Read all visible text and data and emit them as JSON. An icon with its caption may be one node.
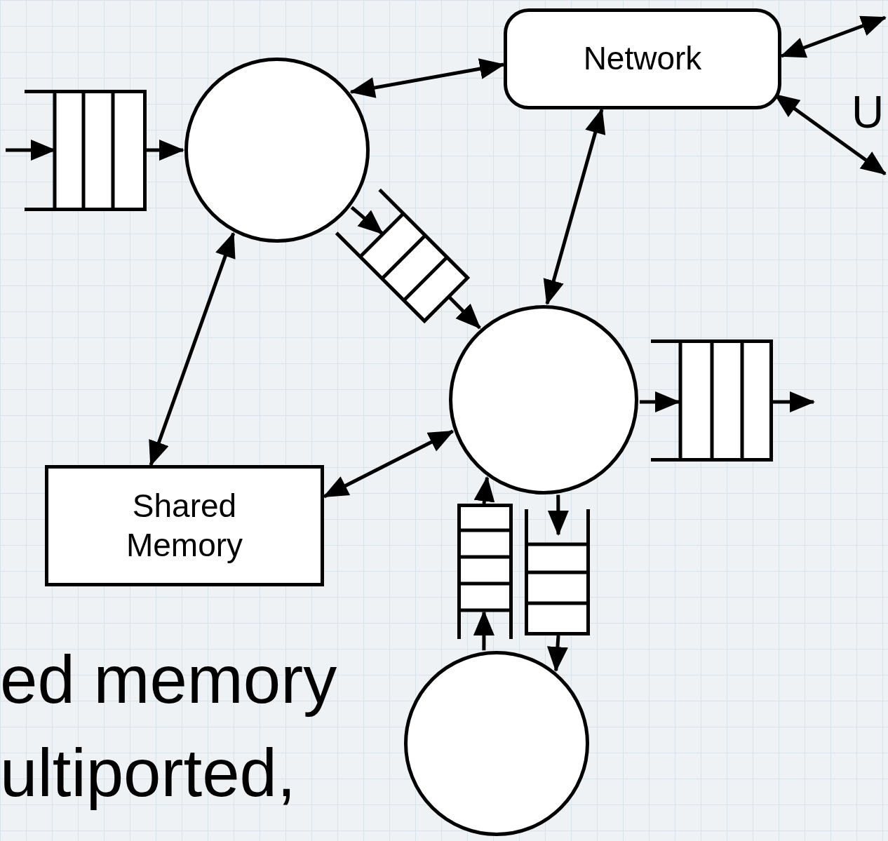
{
  "diagram": {
    "nodes": [
      {
        "text": [
          "Network"
        ]
      },
      {
        "text": [],
        "shape": "queue"
      },
      {
        "text": [],
        "shape": "circle"
      },
      {
        "text": [],
        "shape": "queue"
      },
      {
        "text": [],
        "shape": "circle"
      },
      {
        "text": [],
        "shape": "queue"
      },
      {
        "text": [
          "Shared Memory"
        ]
      },
      {
        "text": [],
        "shape": "queue"
      },
      {
        "text": [],
        "shape": "queue"
      },
      {
        "text": [],
        "shape": "circle"
      }
    ],
    "edges": [
      {
        "from": null,
        "to": 1,
        "arrow": "to"
      },
      {
        "from": 1,
        "to": 2,
        "arrow": "to"
      },
      {
        "from": 2,
        "to": 0,
        "arrow": "both"
      },
      {
        "from": 2,
        "to": 3,
        "arrow": "to"
      },
      {
        "from": 3,
        "to": 4,
        "arrow": "to"
      },
      {
        "from": 0,
        "to": 4,
        "arrow": "both"
      },
      {
        "from": 2,
        "to": 6,
        "arrow": "both"
      },
      {
        "from": 6,
        "to": 4,
        "arrow": "both"
      },
      {
        "from": 4,
        "to": 5,
        "arrow": "to"
      },
      {
        "from": 5,
        "to": null,
        "arrow": "to"
      },
      {
        "from": 0,
        "to": null,
        "arrow": "both"
      },
      {
        "from": 0,
        "to": null,
        "arrow": "both"
      },
      {
        "from": 9,
        "to": 7,
        "arrow": "to"
      },
      {
        "from": 7,
        "to": 4,
        "arrow": "to"
      },
      {
        "from": 4,
        "to": 8,
        "arrow": "to"
      },
      {
        "from": 8,
        "to": 9,
        "arrow": "to"
      }
    ],
    "labels": [
      "U",
      "ed memory",
      "ultiported,"
    ]
  }
}
